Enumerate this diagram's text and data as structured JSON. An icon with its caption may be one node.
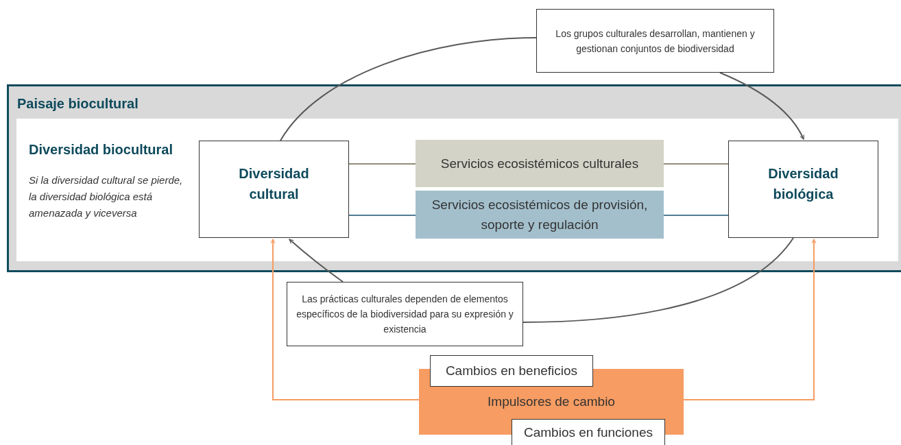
{
  "diagram": {
    "nodes": [
      {
        "text": [
          "Paisaje biocultural"
        ]
      },
      {
        "text": [
          "Diversidad biocultural",
          "Si la diversidad cultural se pierde, la diversidad biológica está amenazada y viceversa"
        ],
        "in": 0
      },
      {
        "text": [
          "Diversidad cultural"
        ],
        "in": 1
      },
      {
        "text": [
          "Servicios ecosistémicos culturales"
        ],
        "in": 1
      },
      {
        "text": [
          "Servicios ecosistémicos de provisión, soporte y regulación"
        ],
        "in": 1
      },
      {
        "text": [
          "Diversidad biológica"
        ],
        "in": 1
      },
      {
        "text": [
          "Los grupos culturales desarrollan, mantienen y gestionan conjuntos de biodiversidad"
        ]
      },
      {
        "text": [
          "Las prácticas culturales dependen de elementos específicos de la biodiversidad para su expresión y existencia"
        ]
      },
      {
        "text": [
          "Impulsores de cambio"
        ]
      },
      {
        "text": [
          "Cambios en beneficios"
        ]
      },
      {
        "text": [
          "Cambios en funciones"
        ]
      }
    ],
    "edges": [
      {
        "from": 2,
        "to": 6,
        "arrow": "none"
      },
      {
        "from": 6,
        "to": 5,
        "arrow": "to"
      },
      {
        "from": 5,
        "to": 7,
        "arrow": "none"
      },
      {
        "from": 7,
        "to": 2,
        "arrow": "to"
      },
      {
        "from": 2,
        "to": 3,
        "arrow": "none",
        "color": "#8f8e78"
      },
      {
        "from": 3,
        "to": 5,
        "arrow": "none",
        "color": "#8f8e78"
      },
      {
        "from": 2,
        "to": 4,
        "arrow": "none",
        "color": "#4f7d93"
      },
      {
        "from": 4,
        "to": 5,
        "arrow": "none",
        "color": "#4f7d93"
      },
      {
        "from": 8,
        "to": 2,
        "arrow": "to",
        "color": "#f79c62"
      },
      {
        "from": 8,
        "to": 5,
        "arrow": "to",
        "color": "#f79c62"
      }
    ]
  }
}
